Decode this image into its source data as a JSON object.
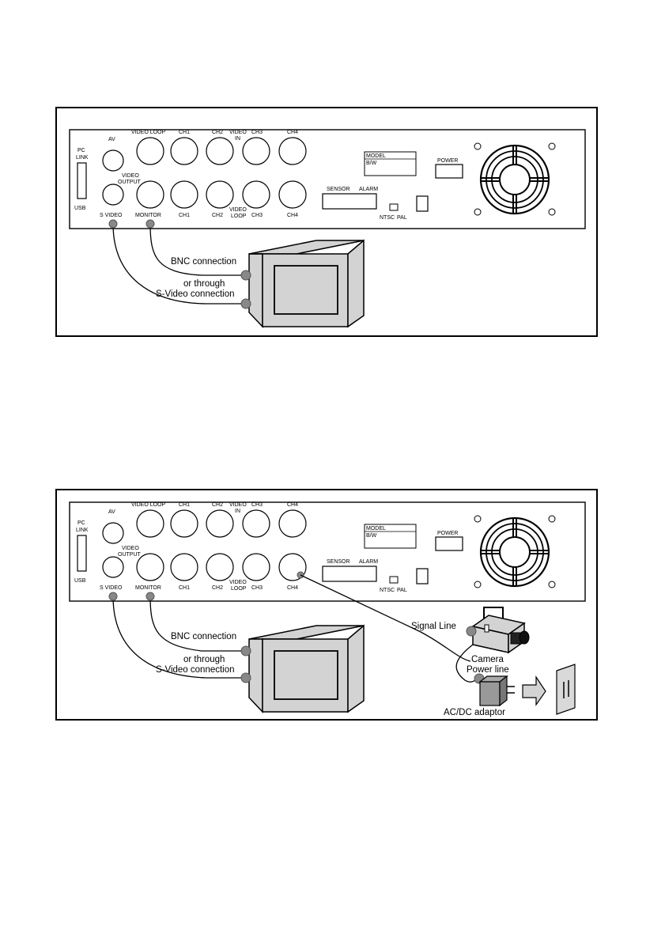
{
  "figures": [
    {
      "panel": {
        "pc_link": [
          "PC",
          "LINK"
        ],
        "usb": "USB",
        "av": "AV",
        "video_output": [
          "VIDEO",
          "OUTPUT"
        ],
        "s_video": "S VIDEO",
        "video_loop": "VIDEO LOOP",
        "monitor": "MONITOR",
        "ch1": "CH1",
        "ch2": "CH2",
        "ch3": "CH3",
        "ch4": "CH4",
        "video_in": [
          "VIDEO",
          "IN"
        ],
        "video_loop_bottom": [
          "VIDEO",
          "LOOP"
        ],
        "model": "MODEL",
        "bw": "B/W",
        "power": "POWER",
        "sensor": "SENSOR",
        "alarm": "ALARM",
        "ntsc": "NTSC",
        "pal": "PAL"
      },
      "connections": {
        "bnc": "BNC connection",
        "or_through": "or through",
        "svideo": "S-Video connection"
      }
    },
    {
      "panel": {
        "pc_link": [
          "PC",
          "LINK"
        ],
        "usb": "USB",
        "av": "AV",
        "video_output": [
          "VIDEO",
          "OUTPUT"
        ],
        "s_video": "S VIDEO",
        "video_loop": "VIDEO LOOP",
        "monitor": "MONITOR",
        "ch1": "CH1",
        "ch2": "CH2",
        "ch3": "CH3",
        "ch4": "CH4",
        "video_in": [
          "VIDEO",
          "IN"
        ],
        "video_loop_bottom": [
          "VIDEO",
          "LOOP"
        ],
        "model": "MODEL",
        "bw": "B/W",
        "power": "POWER",
        "sensor": "SENSOR",
        "alarm": "ALARM",
        "ntsc": "NTSC",
        "pal": "PAL"
      },
      "connections": {
        "bnc": "BNC connection",
        "or_through": "or through",
        "svideo": "S-Video connection"
      },
      "camera": {
        "signal_line": "Signal Line",
        "camera": "Camera",
        "power_line": "Power line",
        "adaptor": "AC/DC adaptor"
      }
    }
  ]
}
